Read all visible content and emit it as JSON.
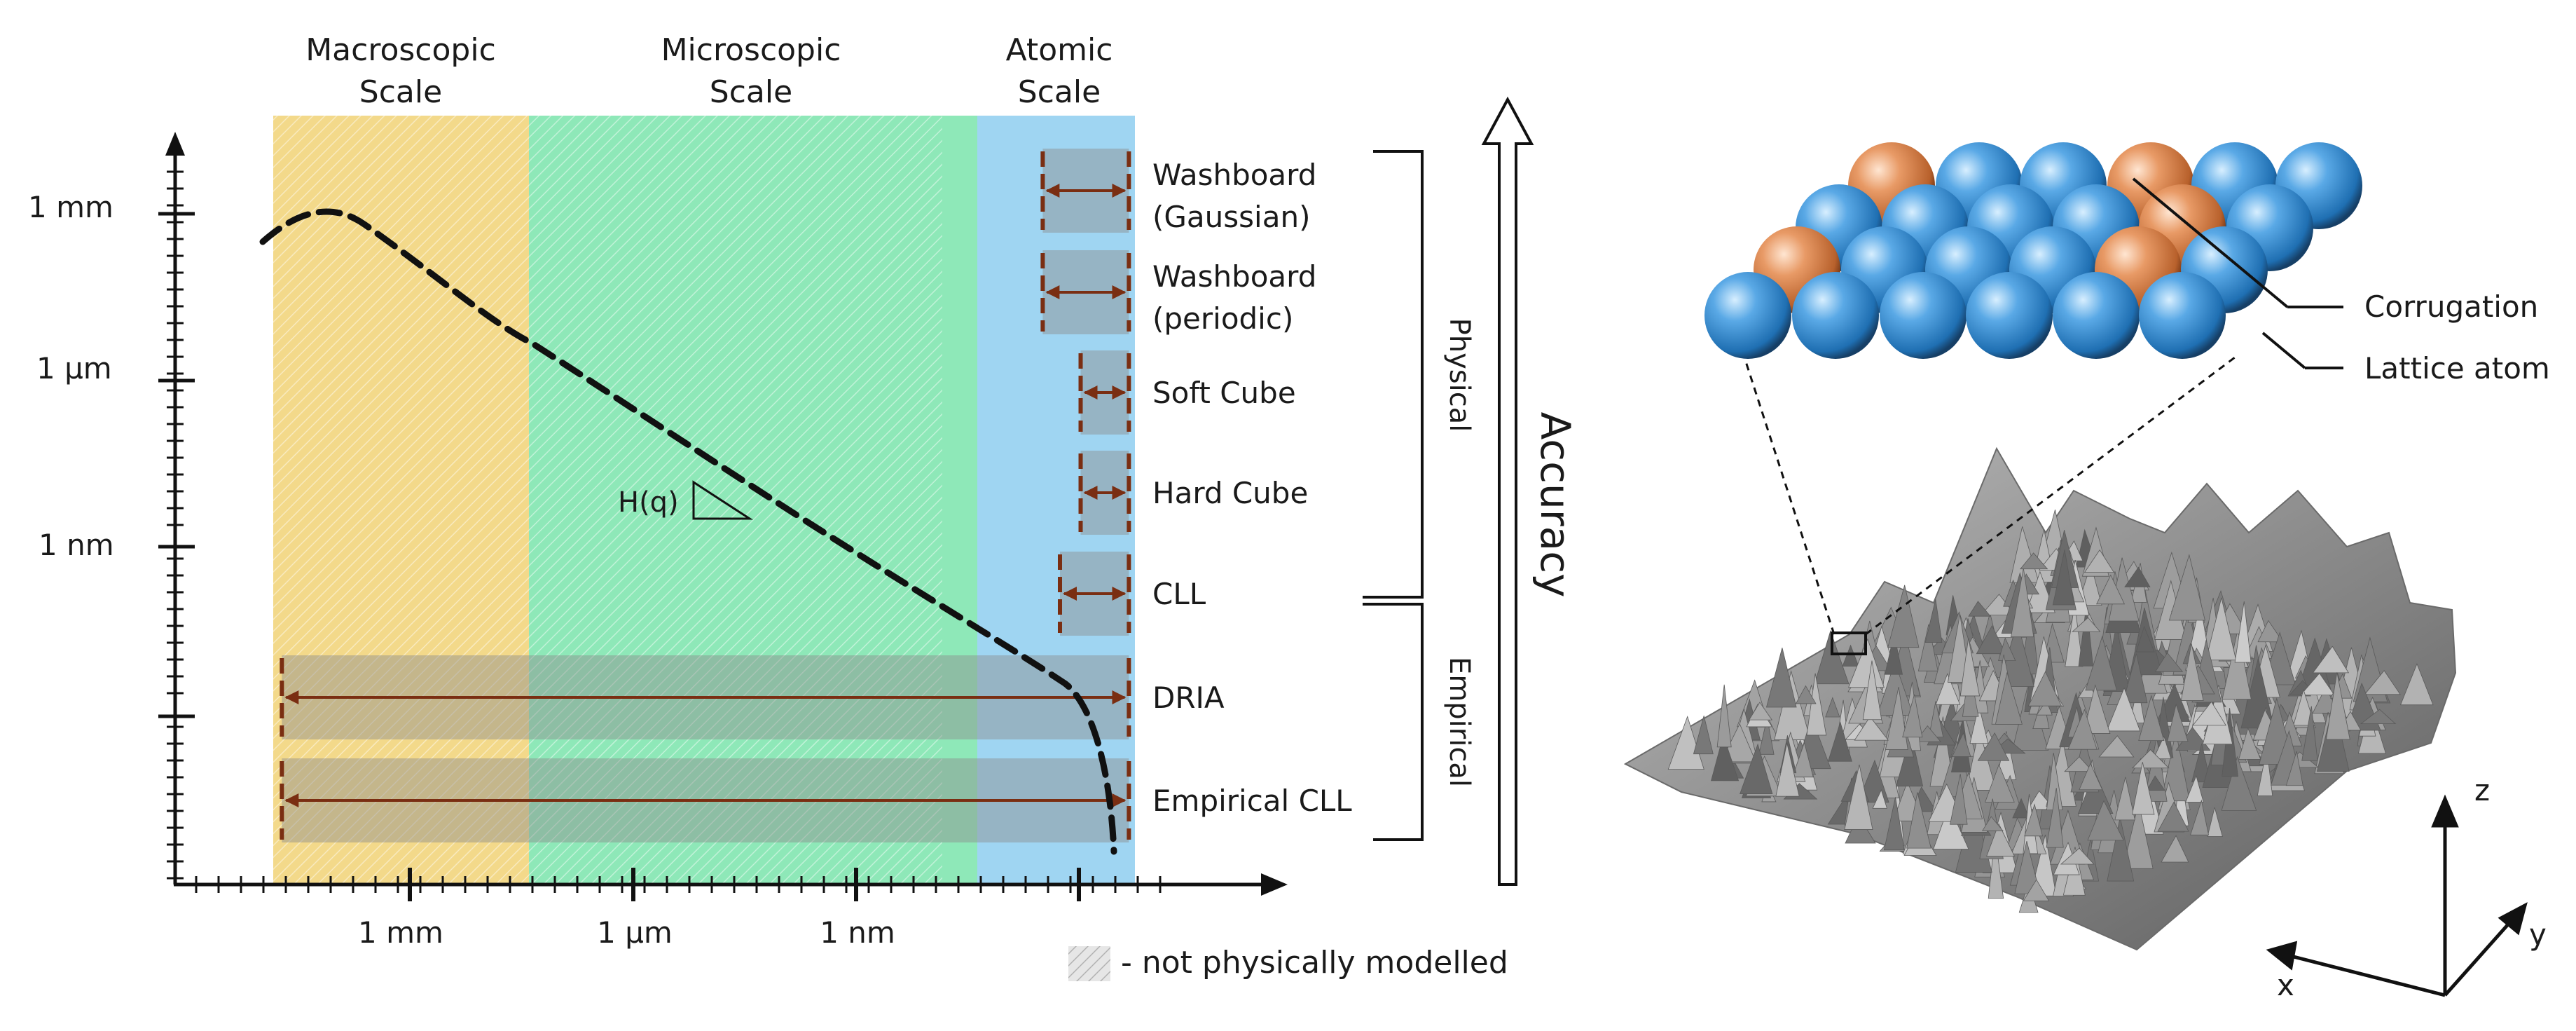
{
  "colors": {
    "macro": "#F3D98A",
    "micro": "#8EE8B8",
    "atomic": "#9FD5F2",
    "band": "#8C8C8C",
    "arrow": "#7A2E12",
    "atom_blue": "#3D92D4",
    "atom_orange": "#D9834C",
    "surface": "#8E8E8E"
  },
  "scales": {
    "macro": "Macroscopic\nScale",
    "micro": "Microscopic\nScale",
    "atomic": "Atomic\nScale"
  },
  "y_ticks": [
    "1 mm",
    "1 μm",
    "1 nm"
  ],
  "x_ticks": [
    "1 mm",
    "1 μm",
    "1 nm"
  ],
  "slope_label": "H(q)",
  "models": [
    {
      "label": "Washboard\n(Gaussian)",
      "from": 0.893,
      "to": 0.993
    },
    {
      "label": "Washboard\n(periodic)",
      "from": 0.893,
      "to": 0.993
    },
    {
      "label": "Soft Cube",
      "from": 0.937,
      "to": 0.993
    },
    {
      "label": "Hard Cube",
      "from": 0.937,
      "to": 0.993
    },
    {
      "label": "CLL",
      "from": 0.913,
      "to": 0.993
    },
    {
      "label": "DRIA",
      "from": 0.01,
      "to": 0.993
    },
    {
      "label": "Empirical CLL",
      "from": 0.01,
      "to": 0.993
    }
  ],
  "groups": {
    "physical": "Physical",
    "empirical": "Empirical"
  },
  "accuracy_label": "Accuracy",
  "legend_label": "- not physically modelled",
  "atom_labels": {
    "corrugation": "Corrugation",
    "lattice": "Lattice atom"
  },
  "axes3d": {
    "x": "x",
    "y": "y",
    "z": "z"
  }
}
